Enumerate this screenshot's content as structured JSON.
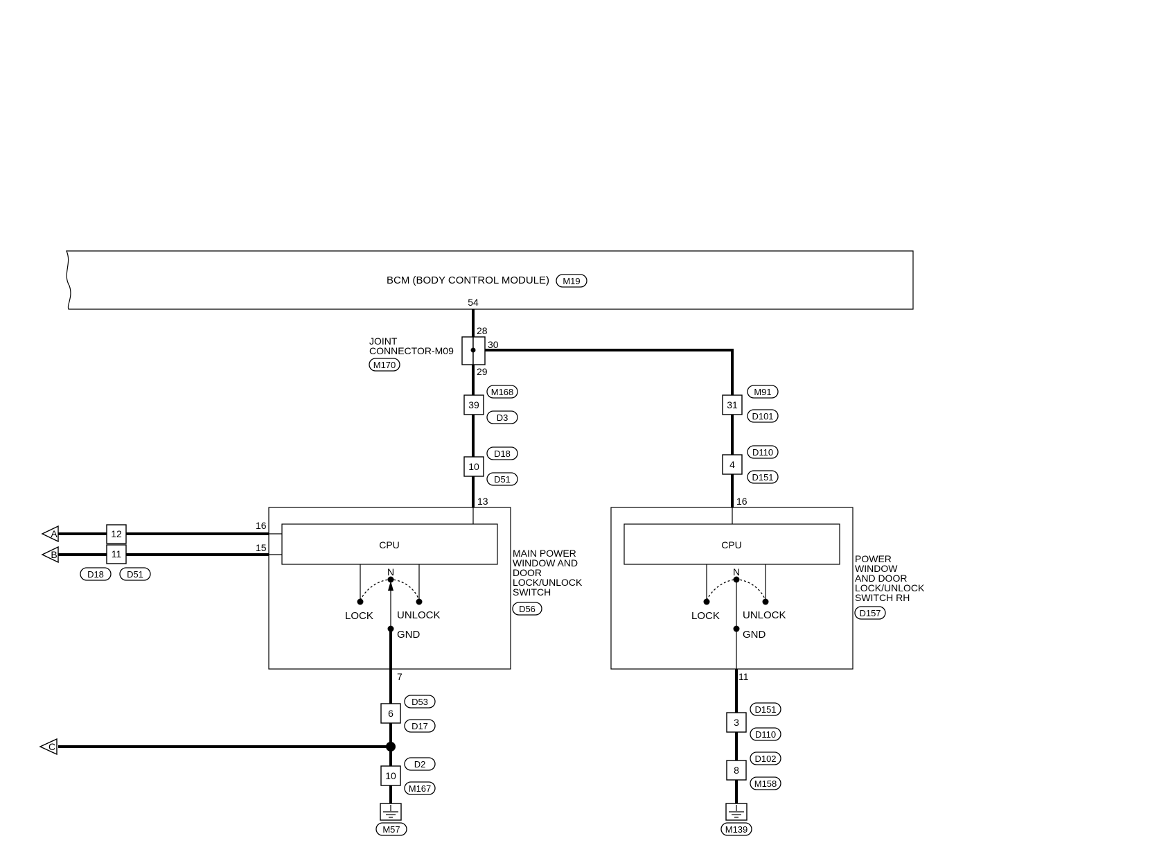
{
  "bcm": {
    "label": "BCM (BODY CONTROL MODULE)",
    "connector": "M19",
    "pin": "54"
  },
  "joint": {
    "line1": "JOINT",
    "line2": "CONNECTOR-M09",
    "connector": "M170",
    "pin_top": "28",
    "pin_right": "30",
    "pin_bottom": "29"
  },
  "left_branch": {
    "conn1": {
      "pin": "39",
      "top": "M168",
      "bottom": "D3"
    },
    "conn2": {
      "pin": "10",
      "top": "D18",
      "bottom": "D51"
    },
    "module_pin": "13"
  },
  "right_branch": {
    "conn1": {
      "pin": "31",
      "top": "M91",
      "bottom": "D101"
    },
    "conn2": {
      "pin": "4",
      "top": "D110",
      "bottom": "D151"
    },
    "module_pin": "16"
  },
  "main_switch": {
    "cpu": "CPU",
    "n": "N",
    "lock": "LOCK",
    "unlock": "UNLOCK",
    "gnd": "GND",
    "name": [
      "MAIN POWER",
      "WINDOW AND",
      "DOOR",
      "LOCK/UNLOCK",
      "SWITCH"
    ],
    "connector": "D56",
    "pin_a": "16",
    "pin_b": "15",
    "pin_gnd": "7"
  },
  "rh_switch": {
    "cpu": "CPU",
    "n": "N",
    "lock": "LOCK",
    "unlock": "UNLOCK",
    "gnd": "GND",
    "name": [
      "POWER",
      "WINDOW",
      "AND DOOR",
      "LOCK/UNLOCK",
      "SWITCH RH"
    ],
    "connector": "D157",
    "pin_gnd": "11"
  },
  "left_inline": {
    "pin_a": "12",
    "pin_b": "11",
    "conn_left": "D18",
    "conn_right": "D51",
    "arrow_a": "A",
    "arrow_b": "B",
    "arrow_c": "C"
  },
  "left_ground": {
    "conn1": {
      "pin": "6",
      "top": "D53",
      "bottom": "D17"
    },
    "conn2": {
      "pin": "10",
      "top": "D2",
      "bottom": "M167"
    },
    "ground": "M57"
  },
  "right_ground": {
    "conn1": {
      "pin": "3",
      "top": "D151",
      "bottom": "D110"
    },
    "conn2": {
      "pin": "8",
      "top": "D102",
      "bottom": "M158"
    },
    "ground": "M139"
  }
}
